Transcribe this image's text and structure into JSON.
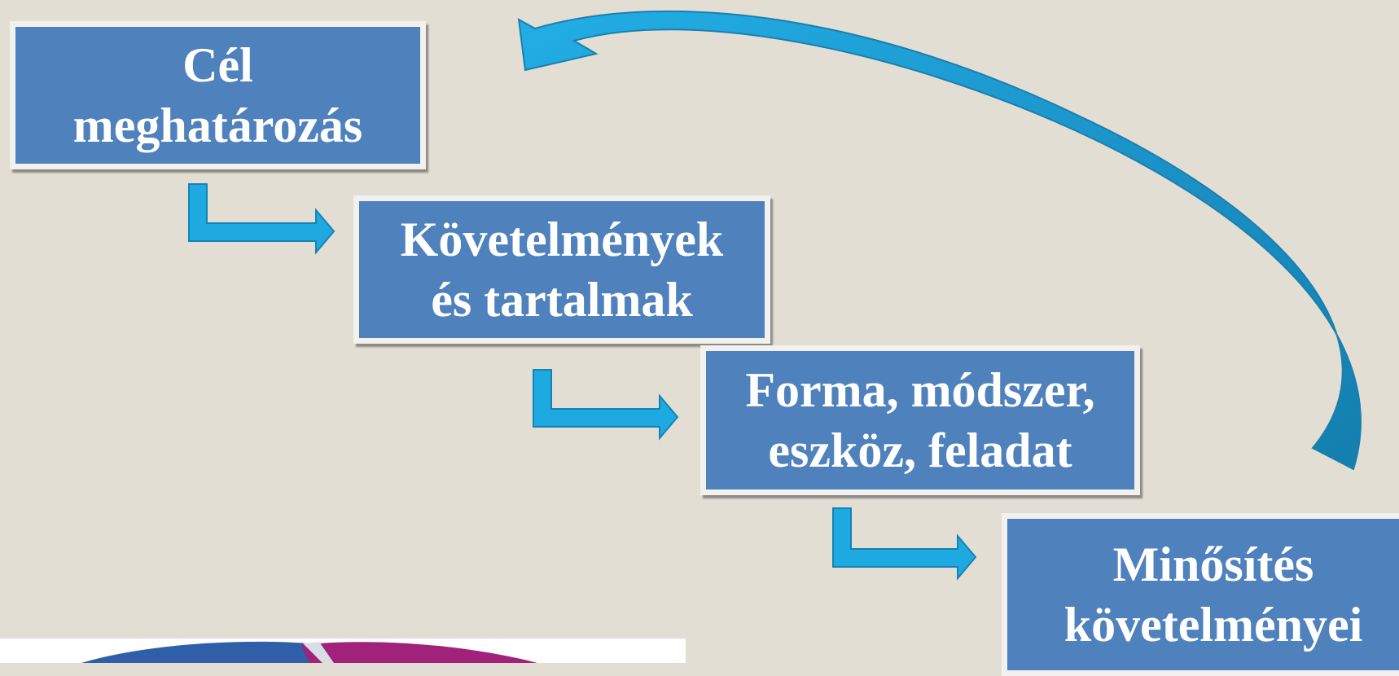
{
  "diagram": {
    "steps": [
      {
        "line1": "Cél",
        "line2": "meghatározás"
      },
      {
        "line1": "Követelmények",
        "line2": "és tartalmak"
      },
      {
        "line1": "Forma, módszer,",
        "line2": "eszköz, feladat"
      },
      {
        "line1": "Minősítés",
        "line2": "követelményei"
      }
    ],
    "colors": {
      "background": "#e3ded3",
      "box_fill": "#4f81bd",
      "box_border": "#f2f1ee",
      "arrow": "#1fa9e1",
      "text": "#ffffff"
    },
    "icons": [
      "elbow-arrow-icon",
      "curved-return-arrow-icon"
    ]
  }
}
